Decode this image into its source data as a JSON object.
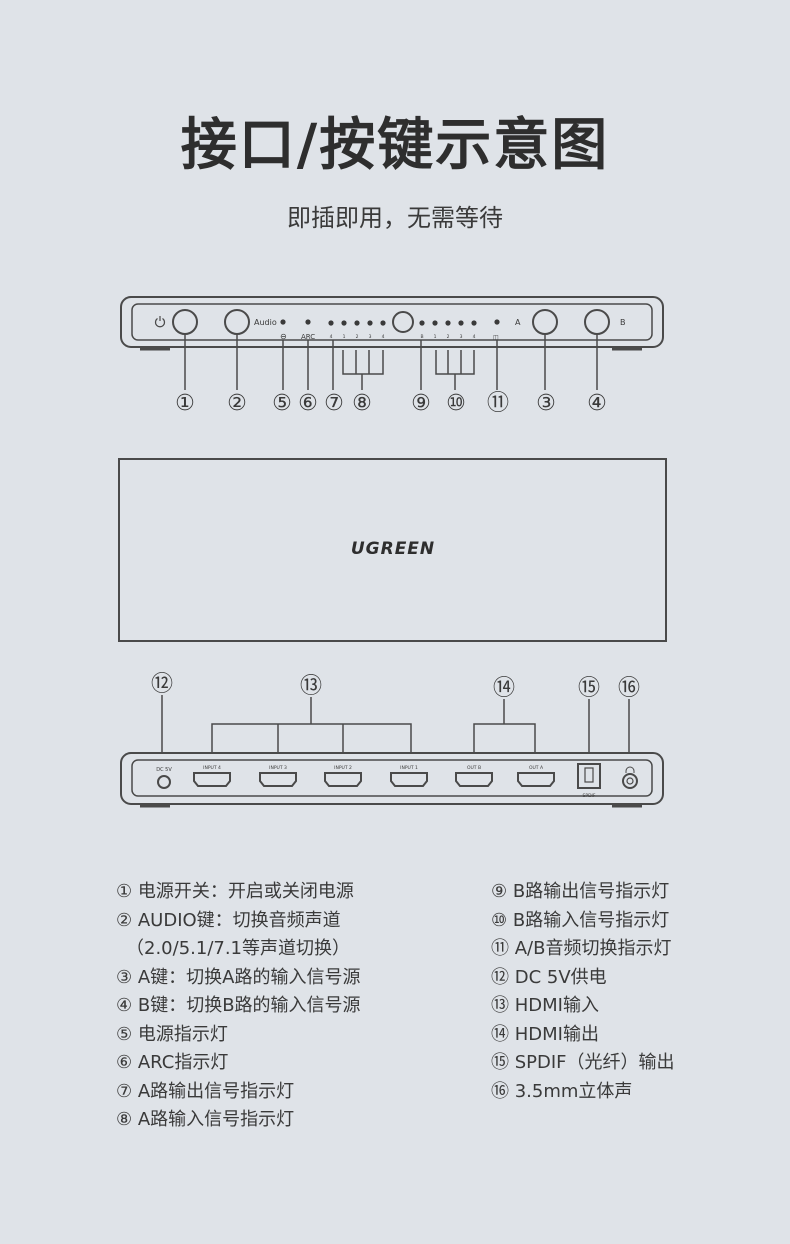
{
  "header": {
    "title": "接口/按键示意图",
    "subtitle": "即插即用，无需等待"
  },
  "front_panel": {
    "audio_label": "Audio",
    "arc_label": "ARC",
    "a_label": "A",
    "b_label": "B",
    "a_indicator_numbers": [
      "4",
      "1",
      "2",
      "3",
      "4"
    ],
    "b_indicator_numbers": [
      "B",
      "1",
      "2",
      "3",
      "4"
    ],
    "callouts": [
      "①",
      "②",
      "⑤",
      "⑥",
      "⑦",
      "⑧",
      "⑨",
      "⑩",
      "⑪",
      "③",
      "④"
    ]
  },
  "top_view": {
    "brand": "UGREEN"
  },
  "rear_panel": {
    "dc_label": "DC 5V",
    "ports": [
      "INPUT 4",
      "INPUT 3",
      "INPUT 2",
      "INPUT 1",
      "OUT B",
      "OUT A"
    ],
    "spdif_label": "SPDIF",
    "callouts": [
      "⑫",
      "⑬",
      "⑭",
      "⑮",
      "⑯"
    ]
  },
  "legend": {
    "left": [
      "① 电源开关：开启或关闭电源",
      "② AUDIO键：切换音频声道",
      "（2.0/5.1/7.1等声道切换）",
      "③ A键：切换A路的输入信号源",
      "④ B键：切换B路的输入信号源",
      "⑤ 电源指示灯",
      "⑥ ARC指示灯",
      "⑦ A路输出信号指示灯",
      "⑧ A路输入信号指示灯"
    ],
    "right": [
      "⑨ B路输出信号指示灯",
      "⑩ B路输入信号指示灯",
      "⑪ A/B音频切换指示灯",
      "⑫ DC 5V供电",
      "⑬ HDMI输入",
      "⑭ HDMI输出",
      "⑮ SPDIF（光纤）输出",
      "⑯ 3.5mm立体声"
    ]
  },
  "colors": {
    "background": "#dfe3e8",
    "device_outline": "#4a4a4a",
    "text": "#3a3a3a"
  }
}
